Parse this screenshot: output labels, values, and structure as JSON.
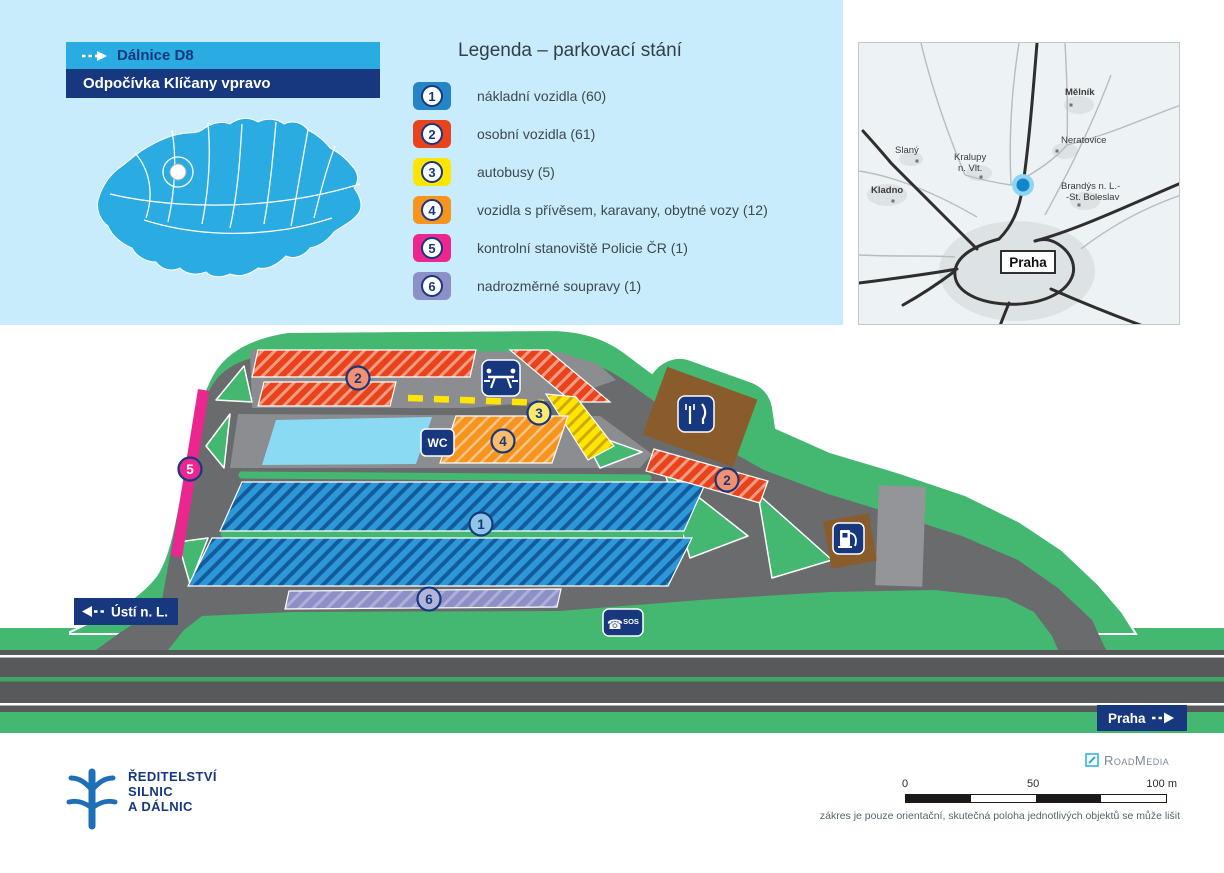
{
  "colors": {
    "band": "#c8ecfb",
    "cyan": "#2aabe2",
    "navy": "#17387e",
    "green": "#44b871",
    "pavement": "#6a6b6d",
    "motorway": "#58595b",
    "pond": "#8bdaf3",
    "zone1": "#2484c6",
    "zone2": "#e8431d",
    "zone3": "#ffe500",
    "zone4": "#f7941e",
    "zone5": "#ec268f",
    "zone6": "#8d8fc7"
  },
  "header": {
    "road_label": "Dálnice D8",
    "rest_area_label": "Odpočívka Klíčany vpravo"
  },
  "legend": {
    "title": "Legenda – parkovací stání",
    "items": [
      {
        "num": "1",
        "label": "nákladní vozidla (60)",
        "color": "#2484c6"
      },
      {
        "num": "2",
        "label": "osobní vozidla (61)",
        "color": "#e8431d"
      },
      {
        "num": "3",
        "label": "autobusy (5)",
        "color": "#ffe500"
      },
      {
        "num": "4",
        "label": "vozidla s přívěsem, karavany, obytné vozy (12)",
        "color": "#f7941e"
      },
      {
        "num": "5",
        "label": "kontrolní stanoviště Policie ČR (1)",
        "color": "#ec268f"
      },
      {
        "num": "6",
        "label": "nadrozměrné soupravy (1)",
        "color": "#8d8fc7"
      }
    ]
  },
  "inset_map": {
    "labels": {
      "melnik": "Mělník",
      "neratovice": "Neratovice",
      "slany": "Slaný",
      "kralupy_1": "Kralupy",
      "kralupy_2": "n. Vlt.",
      "kladno": "Kladno",
      "brandys_1": "Brandýs n. L.-",
      "brandys_2": "-St. Boleslav",
      "praha": "Praha"
    }
  },
  "site_plan": {
    "signs": {
      "wc": "WC",
      "sos": "SOS",
      "phone_icon": "☎"
    },
    "direction_left": "Ústí n. L.",
    "direction_right": "Praha"
  },
  "footer": {
    "rsd_lines": [
      "ŘEDITELSTVÍ",
      "SILNIC",
      "A DÁLNIC"
    ],
    "roadmedia": "RoadMedia",
    "scale": {
      "t0": "0",
      "t50": "50",
      "t100": "100 m"
    },
    "disclaimer": "zákres je pouze orientační, skutečná poloha jednotlivých objektů se může lišit"
  }
}
